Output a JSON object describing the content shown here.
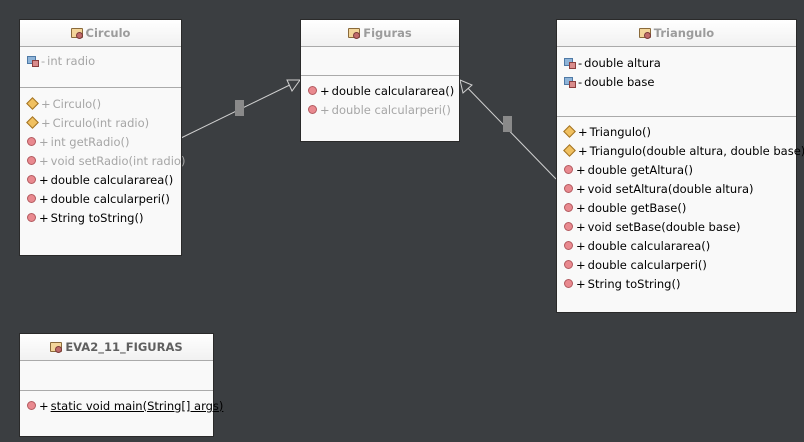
{
  "classes": {
    "circulo": {
      "name": "Circulo",
      "fields": [
        {
          "vis": "-",
          "text": "int radio"
        }
      ],
      "methods": [
        {
          "vis": "+",
          "text": "Circulo()"
        },
        {
          "vis": "+",
          "text": "Circulo(int radio)"
        },
        {
          "vis": "+",
          "text": "int getRadio()"
        },
        {
          "vis": "+",
          "text": "void setRadio(int radio)"
        },
        {
          "vis": "+",
          "text": "double calculararea()"
        },
        {
          "vis": "+",
          "text": "double calcularperi()"
        },
        {
          "vis": "+",
          "text": "String toString()"
        }
      ]
    },
    "figuras": {
      "name": "Figuras",
      "methods": [
        {
          "vis": "+",
          "text": "double calculararea()"
        },
        {
          "vis": "+",
          "text": "double calcularperi()"
        }
      ]
    },
    "triangulo": {
      "name": "Triangulo",
      "fields": [
        {
          "vis": "-",
          "text": "double altura"
        },
        {
          "vis": "-",
          "text": "double base"
        }
      ],
      "methods": [
        {
          "vis": "+",
          "text": "Triangulo()"
        },
        {
          "vis": "+",
          "text": "Triangulo(double altura, double base)"
        },
        {
          "vis": "+",
          "text": "double getAltura()"
        },
        {
          "vis": "+",
          "text": "void setAltura(double altura)"
        },
        {
          "vis": "+",
          "text": "double getBase()"
        },
        {
          "vis": "+",
          "text": "void setBase(double base)"
        },
        {
          "vis": "+",
          "text": "double calculararea()"
        },
        {
          "vis": "+",
          "text": "double calcularperi()"
        },
        {
          "vis": "+",
          "text": "String toString()"
        }
      ]
    },
    "main": {
      "name": "EVA2_11_FIGURAS",
      "methods": [
        {
          "vis": "+",
          "text": "static void main(String[] args)"
        }
      ]
    }
  },
  "colors": {
    "canvas": "#3b3e41",
    "box": "#f9f9f9",
    "inherited_text": "#a6a6a6",
    "public_method_icon": "#e9898f",
    "constructor_icon": "#f0c060",
    "field_icon": "#8fb4d8"
  }
}
